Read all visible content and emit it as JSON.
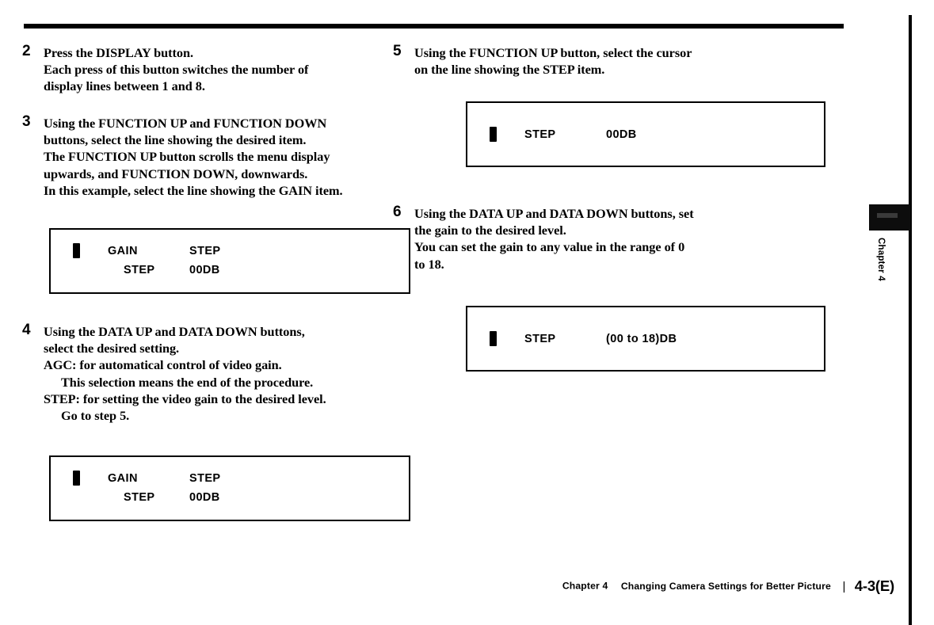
{
  "page": {
    "chapter_tab_label": "Chapter 4"
  },
  "footer": {
    "chapter": "Chapter 4",
    "title": "Changing Camera Settings for Better Picture",
    "separator": "|",
    "page_number": "4-3(E)"
  },
  "left_column": {
    "steps": [
      {
        "number": "2",
        "lines": [
          {
            "text": "Press the DISPLAY button.",
            "indent": false
          },
          {
            "text": "Each press of this button switches the number of",
            "indent": false
          },
          {
            "text": "display lines between 1 and 8.",
            "indent": false
          }
        ]
      },
      {
        "number": "3",
        "lines": [
          {
            "text": "Using the FUNCTION UP and FUNCTION DOWN",
            "indent": false
          },
          {
            "text": "buttons, select the line showing the desired item.",
            "indent": false
          },
          {
            "text": "The FUNCTION UP button scrolls the menu display",
            "indent": false
          },
          {
            "text": "upwards, and FUNCTION DOWN, downwards.",
            "indent": false
          },
          {
            "text": "In this example, select the line showing the GAIN item.",
            "indent": false
          }
        ]
      },
      {
        "number": "4",
        "lines": [
          {
            "text": "Using the DATA UP and DATA DOWN buttons,",
            "indent": false
          },
          {
            "text": "select the desired setting.",
            "indent": false
          },
          {
            "text": "AGC:  for automatical control of video gain.",
            "indent": false
          },
          {
            "text": "This selection means the end of the procedure.",
            "indent": true
          },
          {
            "text": "STEP:  for setting the video gain to the desired level.",
            "indent": false
          },
          {
            "text": "Go to step 5.",
            "indent": true
          }
        ]
      }
    ],
    "displays": [
      {
        "id": "gain-step-display-1",
        "cursor": true,
        "rows": [
          {
            "col1": "GAIN",
            "col2": "STEP",
            "col1_indent": false
          },
          {
            "col1": "STEP",
            "col2": "00DB",
            "col1_indent": true
          }
        ]
      },
      {
        "id": "gain-step-display-2",
        "cursor": true,
        "rows": [
          {
            "col1": "GAIN",
            "col2": "STEP",
            "col1_indent": false
          },
          {
            "col1": "STEP",
            "col2": "00DB",
            "col1_indent": true
          }
        ]
      }
    ]
  },
  "right_column": {
    "steps": [
      {
        "number": "5",
        "lines": [
          {
            "text": "Using the FUNCTION UP button, select the cursor",
            "indent": false
          },
          {
            "text": "on the line showing the STEP item.",
            "indent": false
          }
        ]
      },
      {
        "number": "6",
        "lines": [
          {
            "text": "Using the DATA UP and DATA DOWN buttons, set",
            "indent": false
          },
          {
            "text": "the gain to the desired level.",
            "indent": false
          },
          {
            "text": "You can set the gain to any value in the range of 0",
            "indent": false
          },
          {
            "text": "to 18.",
            "indent": false
          }
        ]
      }
    ],
    "displays": [
      {
        "id": "step-display-1",
        "cursor": true,
        "rows": [
          {
            "col1": "STEP",
            "col2": "00DB",
            "col1_indent": false
          }
        ]
      },
      {
        "id": "step-display-2",
        "cursor": true,
        "rows": [
          {
            "col1": "STEP",
            "col2": "(00 to 18)DB",
            "col1_indent": false
          }
        ]
      }
    ]
  }
}
